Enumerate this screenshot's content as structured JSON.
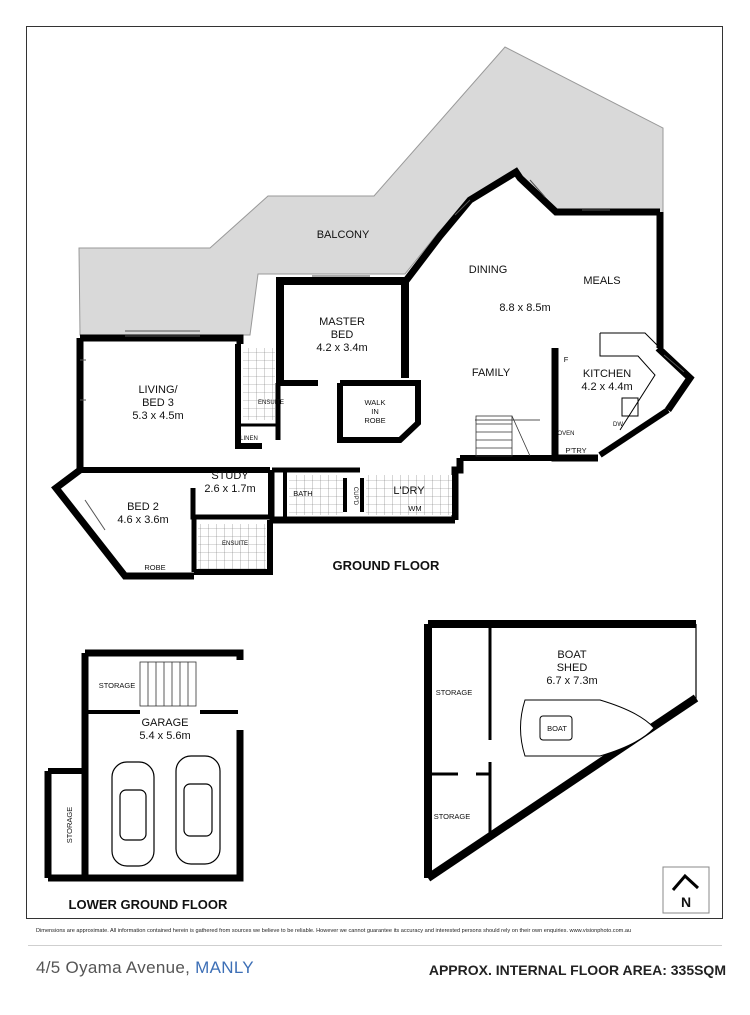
{
  "ground_floor": {
    "title": "GROUND FLOOR",
    "balcony": "BALCONY",
    "dining": "DINING",
    "meals": "MEALS",
    "living_dim": "8.8 x 8.5m",
    "family": "FAMILY",
    "master_bed": {
      "line1": "MASTER",
      "line2": "BED",
      "dim": "4.2 x 3.4m"
    },
    "walk_in_robe": {
      "line1": "WALK",
      "line2": "IN",
      "line3": "ROBE"
    },
    "kitchen": {
      "name": "KITCHEN",
      "dim": "4.2 x 4.4m"
    },
    "fridge": "F",
    "oven": "OVEN",
    "dw": "DW",
    "pantry": "P'TRY",
    "living_bed3": {
      "line1": "LIVING/",
      "line2": "BED 3",
      "dim": "5.3 x 4.5m"
    },
    "ensuite_1": "ENSUITE",
    "linen": "LINEN",
    "study": {
      "name": "STUDY",
      "dim": "2.6 x 1.7m"
    },
    "bath": "BATH",
    "cupd": "CUP'D",
    "laundry": "L'DRY",
    "wm": "WM",
    "bed2": {
      "name": "BED 2",
      "dim": "4.6 x 3.6m"
    },
    "robe": "ROBE",
    "ensuite_2": "ENSUITE"
  },
  "lower_ground_floor": {
    "title": "LOWER GROUND FLOOR",
    "storage_top": "STORAGE",
    "garage": {
      "name": "GARAGE",
      "dim": "5.4 x 5.6m"
    },
    "storage_side": "STORAGE"
  },
  "boat_shed": {
    "line1": "BOAT",
    "line2": "SHED",
    "dim": "6.7 x 7.3m",
    "storage_upper": "STORAGE",
    "storage_lower": "STORAGE",
    "boat": "BOAT"
  },
  "compass": "N",
  "disclaimer": "Dimensions are approximate. All information contained herein is gathered from sources we believe to be reliable. However we cannot guarantee its accuracy and interested persons should rely on their own enquiries. www.visionphoto.com.au",
  "address": {
    "street": "4/5 Oyama Avenue,",
    "suburb": "MANLY"
  },
  "area": "APPROX. INTERNAL FLOOR AREA: 335SQM",
  "colors": {
    "wall": "#000000",
    "balcony": "#d9d9d9",
    "address_suburb": "#3d6fb6"
  }
}
